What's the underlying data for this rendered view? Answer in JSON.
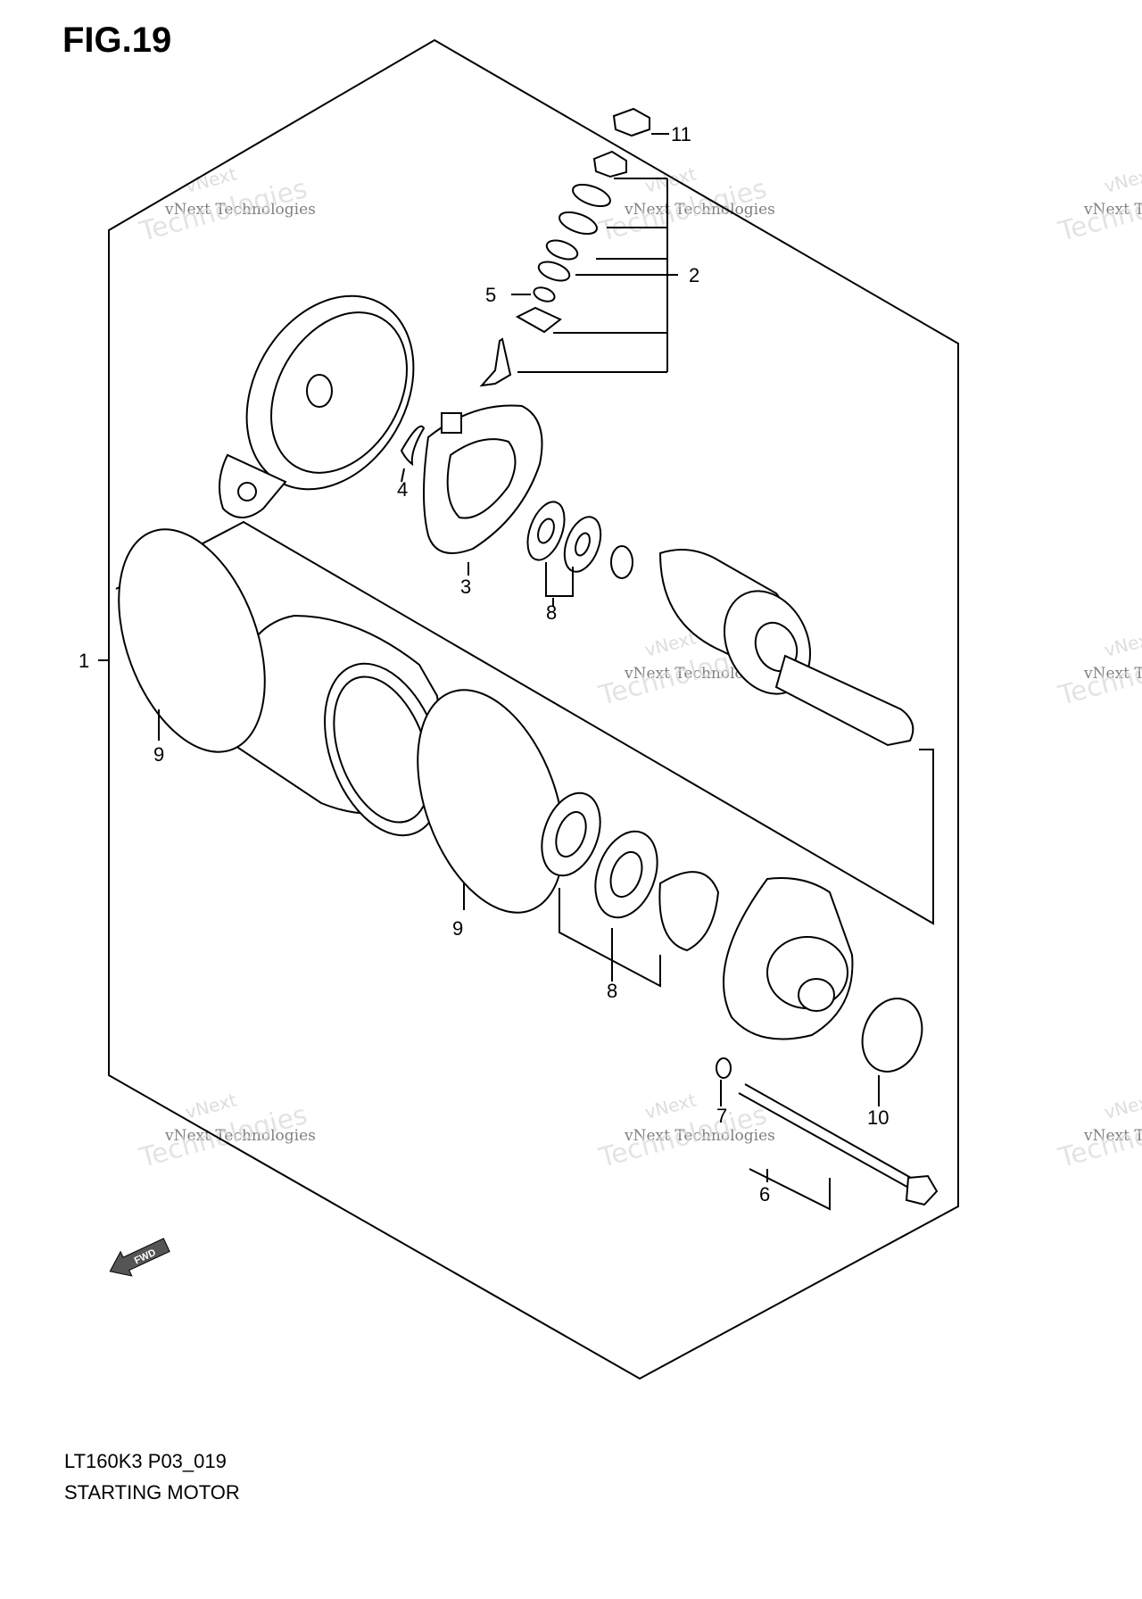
{
  "figure": {
    "title": "FIG.19"
  },
  "footer": {
    "code": "LT160K3 P03_019",
    "name": "STARTING MOTOR"
  },
  "callouts": [
    "1",
    "2",
    "3",
    "4",
    "5",
    "6",
    "7",
    "8",
    "8",
    "9",
    "9",
    "10",
    "11"
  ],
  "direction_arrow": {
    "label": "FWD"
  },
  "watermark": {
    "line1": "vNext",
    "line2": "vNext Technologies",
    "line3": "Technologies"
  },
  "colors": {
    "line": "#000000",
    "background": "#ffffff",
    "watermark": "#d8d8d8"
  }
}
